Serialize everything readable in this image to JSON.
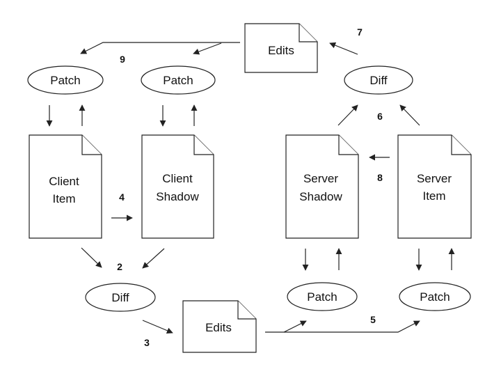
{
  "documents": {
    "edits_top": "Edits",
    "client_item": [
      "Client",
      "Item"
    ],
    "client_shadow": [
      "Client",
      "Shadow"
    ],
    "server_shadow": [
      "Server",
      "Shadow"
    ],
    "server_item": [
      "Server",
      "Item"
    ],
    "edits_bottom": "Edits"
  },
  "ellipses": {
    "patch_client_item": "Patch",
    "patch_client_shadow": "Patch",
    "diff_server": "Diff",
    "diff_client": "Diff",
    "patch_server_shadow": "Patch",
    "patch_server_item": "Patch"
  },
  "steps": {
    "step2": "2",
    "step3": "3",
    "step4": "4",
    "step5": "5",
    "step6": "6",
    "step7": "7",
    "step8": "8",
    "step9": "9"
  },
  "colors": {
    "stroke": "#222222",
    "background": "#ffffff"
  }
}
